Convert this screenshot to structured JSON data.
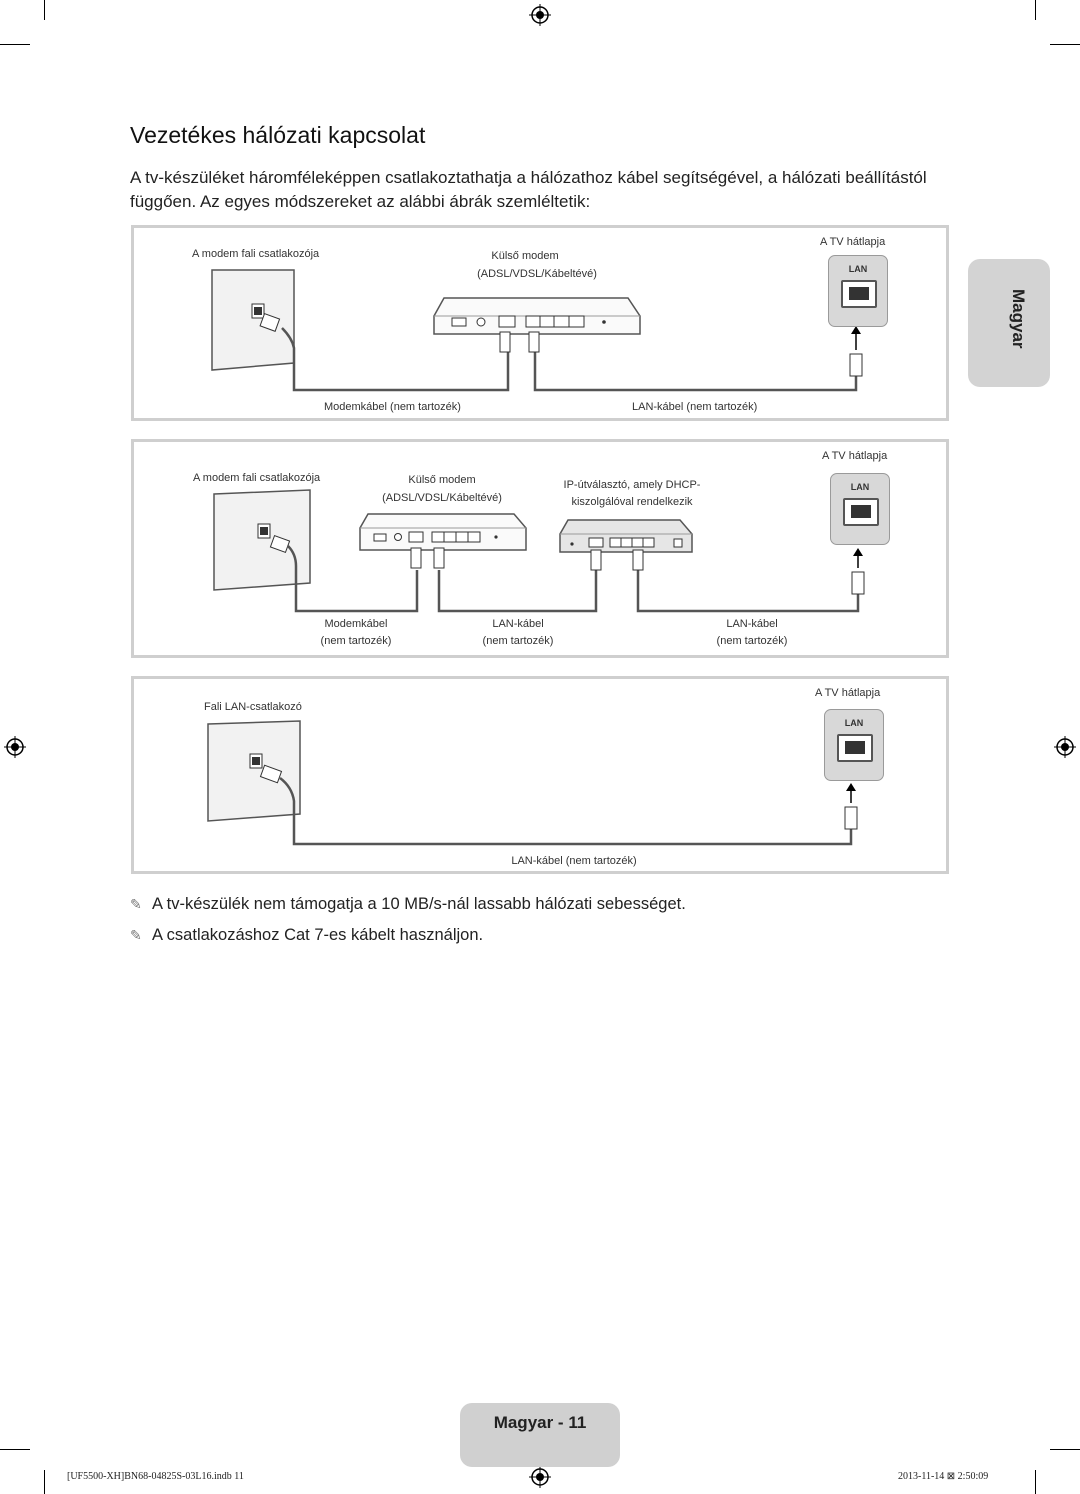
{
  "page": {
    "title": "Vezetékes hálózati kapcsolat",
    "intro": "A tv-készüléket háromféleképpen csatlakoztathatja a hálózathoz kábel segítségével, a hálózati beállítástól függően. Az egyes módszereket az alábbi ábrák szemléltetik:",
    "side_tab": "Magyar",
    "footer_tab": "Magyar - 11",
    "print_left": "[UF5500-XH]BN68-04825S-03L16.indb   11",
    "print_right": "2013-11-14   ⊠ 2:50:09"
  },
  "diagram1": {
    "wall_label": "A modem fali csatlakozója",
    "modem_label_1": "Külső modem",
    "modem_label_2": "(ADSL/VDSL/Kábeltévé)",
    "tv_label": "A TV hátlapja",
    "lan_port": "LAN",
    "cable_left": "Modemkábel (nem tartozék)",
    "cable_right": "LAN-kábel (nem tartozék)"
  },
  "diagram2": {
    "wall_label": "A modem fali csatlakozója",
    "modem_label_1": "Külső modem",
    "modem_label_2": "(ADSL/VDSL/Kábeltévé)",
    "router_label_1": "IP-útválasztó, amely DHCP-",
    "router_label_2": "kiszolgálóval rendelkezik",
    "tv_label": "A TV hátlapja",
    "lan_port": "LAN",
    "cable_1a": "Modemkábel",
    "cable_1b": "(nem tartozék)",
    "cable_2a": "LAN-kábel",
    "cable_2b": "(nem tartozék)",
    "cable_3a": "LAN-kábel",
    "cable_3b": "(nem tartozék)"
  },
  "diagram3": {
    "wall_label": "Fali LAN-csatlakozó",
    "tv_label": "A TV hátlapja",
    "lan_port": "LAN",
    "cable": "LAN-kábel (nem tartozék)"
  },
  "notes": [
    "A tv-készülék nem támogatja a 10 MB/s-nál lassabb hálózati sebességet.",
    "A csatlakozáshoz Cat 7-es kábelt használjon."
  ],
  "icons": {
    "note": "pencil-note-icon",
    "register": "registration-mark-icon"
  }
}
